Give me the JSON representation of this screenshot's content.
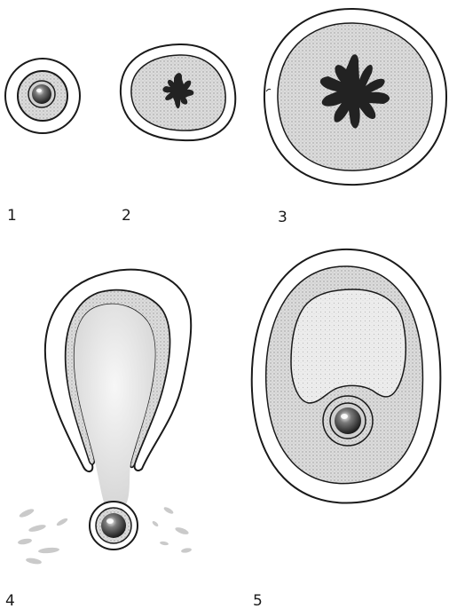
{
  "figures": [
    {
      "id": "1",
      "label": "1"
    },
    {
      "id": "2",
      "label": "2"
    },
    {
      "id": "3",
      "label": "3"
    },
    {
      "id": "4",
      "label": "4"
    },
    {
      "id": "5",
      "label": "5"
    }
  ],
  "colors": {
    "background": "#ffffff",
    "outline": "#1a1a1a",
    "granulosa": "#d9d9d9",
    "antrum": "#eeeeee",
    "oocyte": "#2b2b2b",
    "zona": "#cfcfcf",
    "cavity_dark": "#222222"
  }
}
